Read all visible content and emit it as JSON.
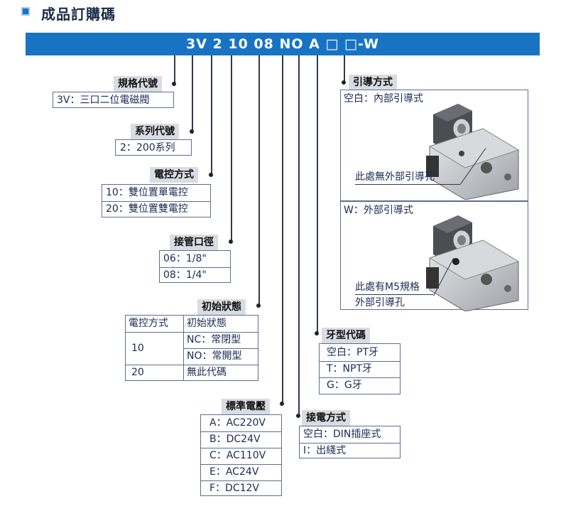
{
  "header": {
    "title": "成品訂購碼",
    "icon": "square-bullet-icon"
  },
  "code": "3V 2 10 08 NO A □ □-W",
  "sections": {
    "spec": {
      "label": "規格代號",
      "rows": [
        "3V：三口二位電磁閥"
      ]
    },
    "series": {
      "label": "系列代號",
      "rows": [
        "2：200系列"
      ]
    },
    "control": {
      "label": "電控方式",
      "rows": [
        "10：雙位置單電控",
        "20：雙位置雙電控"
      ]
    },
    "port": {
      "label": "接管口徑",
      "rows": [
        "06：1/8\"",
        "08：1/4\""
      ]
    },
    "initial": {
      "label": "初始狀態",
      "head": [
        "電控方式",
        "初始狀態"
      ],
      "r10": "10",
      "r10a": "NC：常閉型",
      "r10b": "NO：常開型",
      "r20": "20",
      "r20a": "無此代碼"
    },
    "voltage": {
      "label": "標準電壓",
      "rows": [
        "A：AC220V",
        "B：DC24V",
        "C：AC110V",
        "E：AC24V",
        "F：DC12V"
      ]
    },
    "wiring": {
      "label": "接電方式",
      "rows": [
        "空白：DIN插座式",
        "I：出綫式"
      ]
    },
    "thread": {
      "label": "牙型代碼",
      "rows": [
        "空白：PT牙",
        "T：NPT牙",
        "G：G牙"
      ]
    },
    "pilot": {
      "label": "引導方式",
      "internal": {
        "title": "空白：內部引導式",
        "note": "此處無外部引導孔"
      },
      "external": {
        "title": "W：外部引導式",
        "note1": "此處有M5規格",
        "note2": "外部引導孔"
      }
    }
  },
  "colors": {
    "bar": "#1874c3",
    "tag": "#d9dce2",
    "border": "#5a6f8f"
  }
}
